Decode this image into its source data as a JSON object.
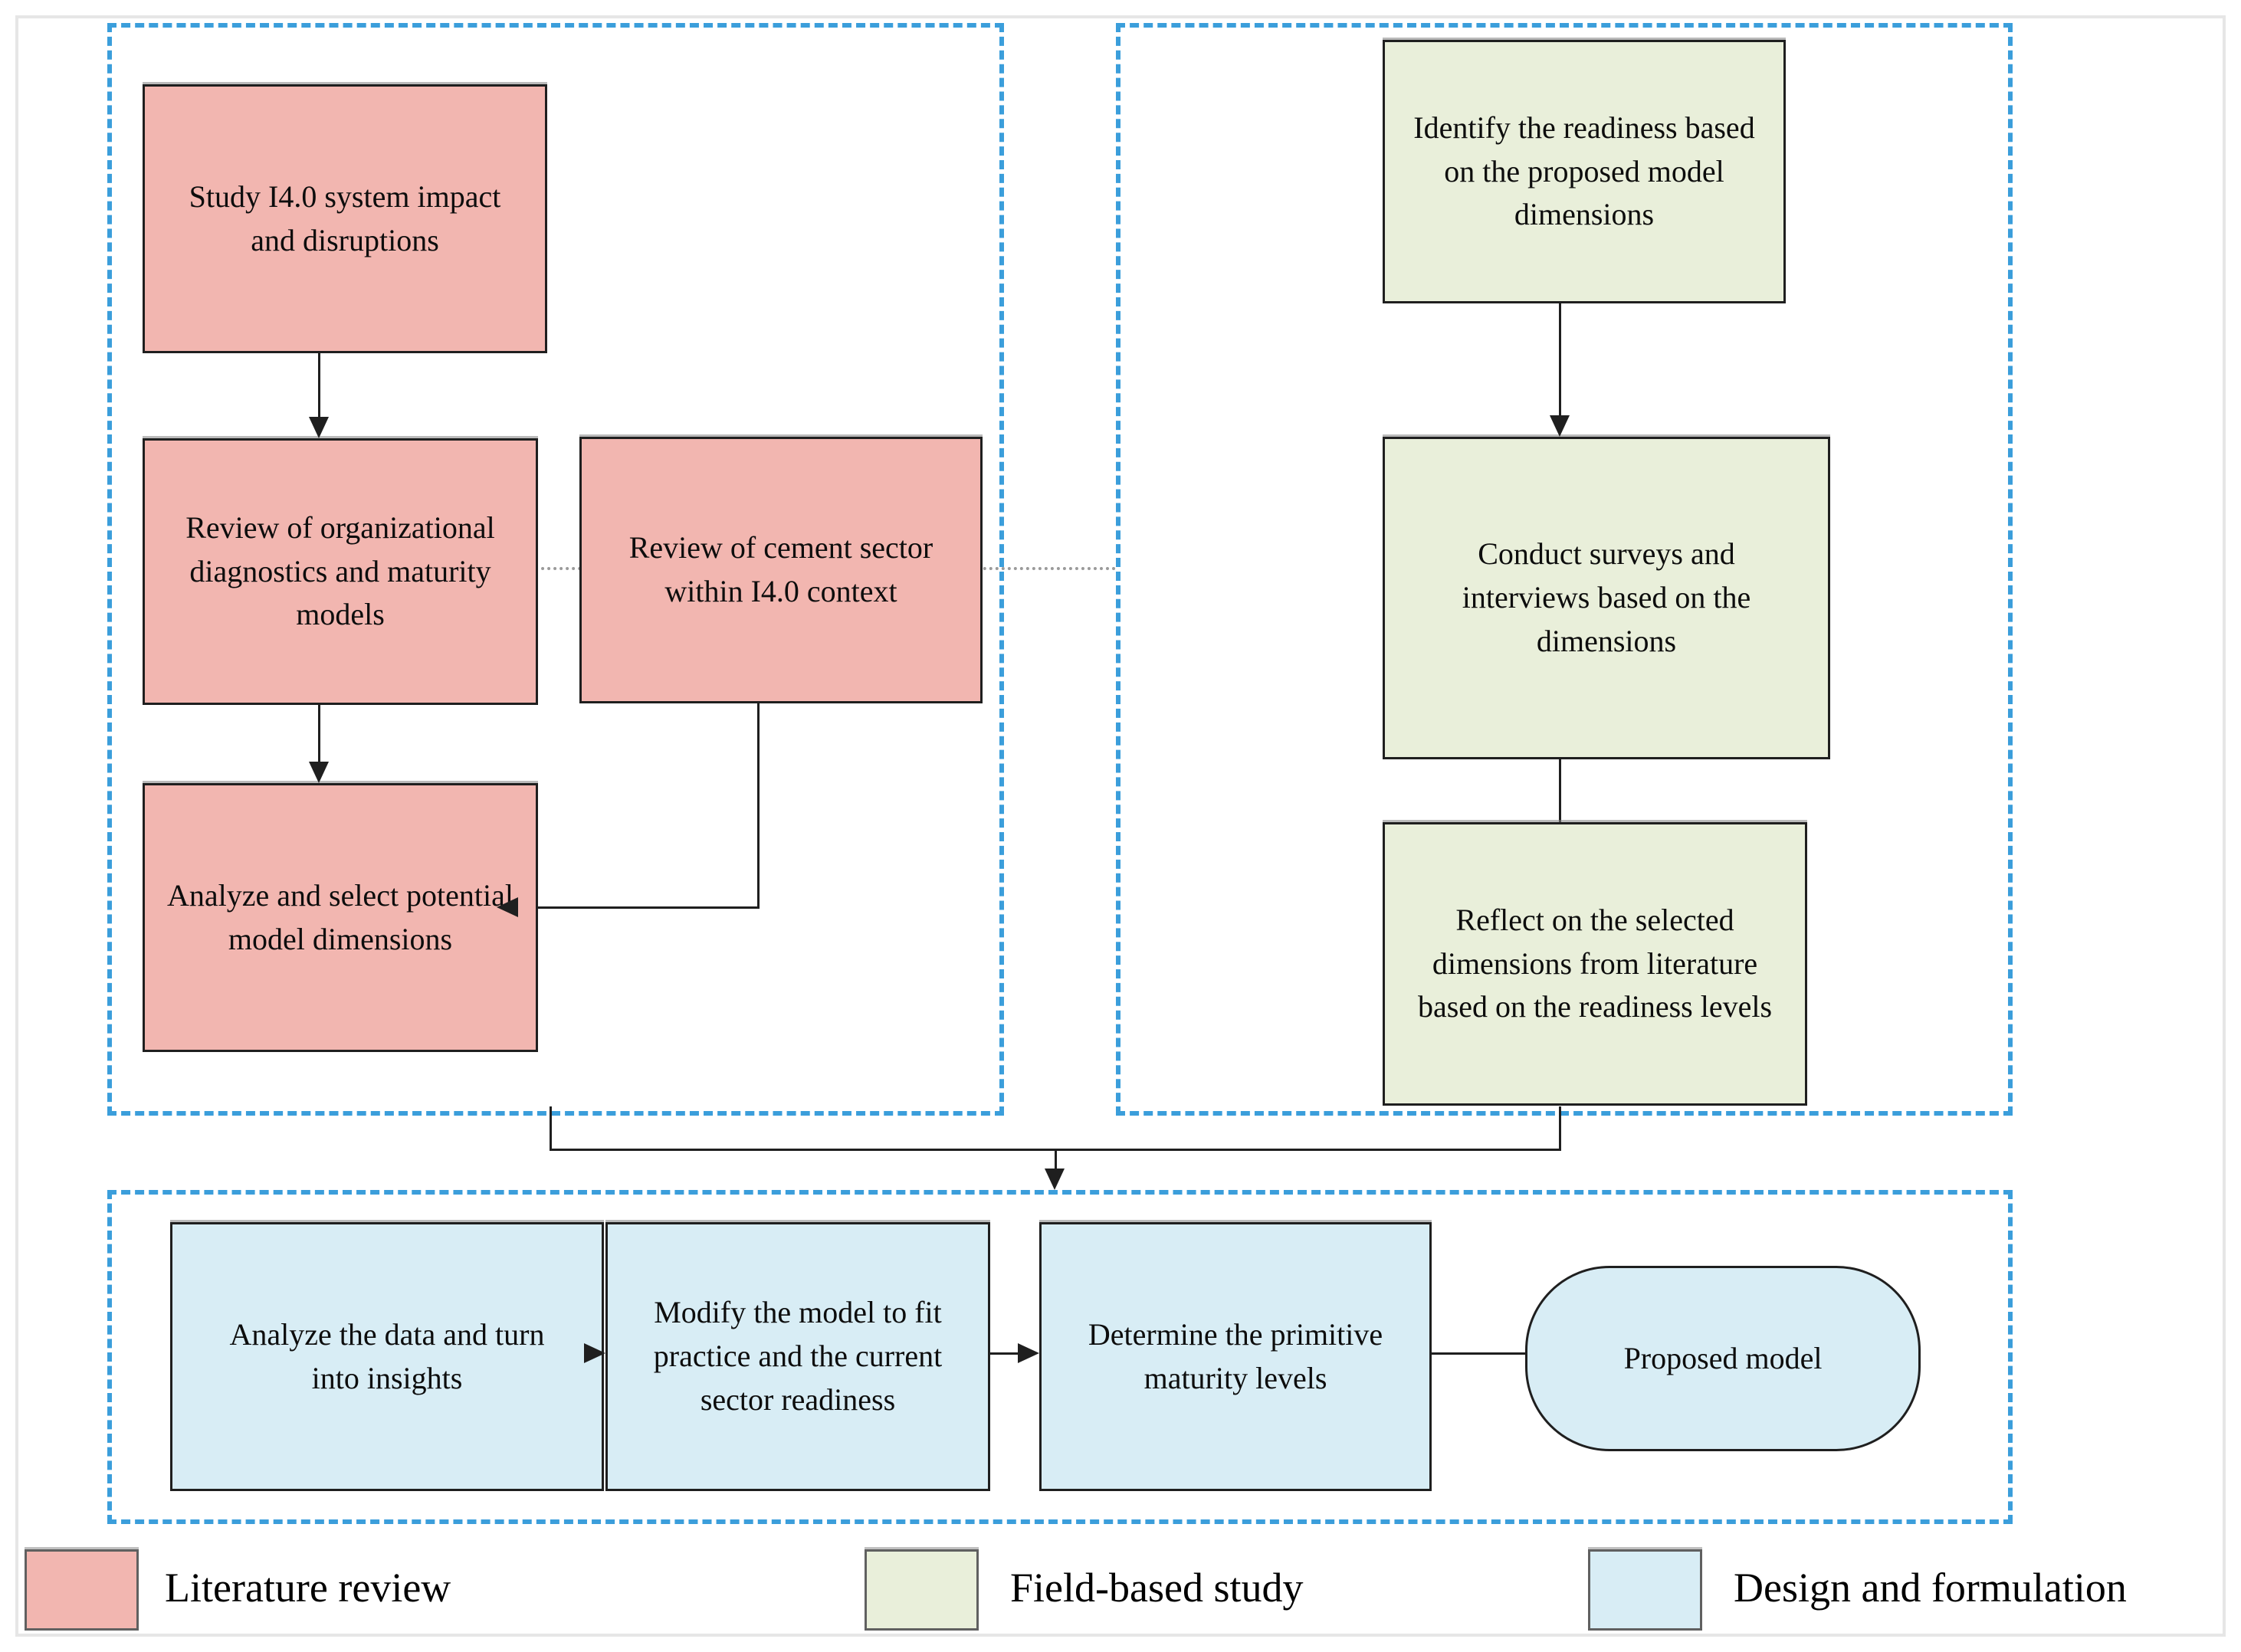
{
  "nodes": {
    "study": {
      "label": "Study I4.0 system impact and disruptions",
      "fill": "#f2b6b0"
    },
    "review_org": {
      "label": "Review of organizational diagnostics and maturity models",
      "fill": "#f2b6b0"
    },
    "review_cement": {
      "label": "Review of cement sector within I4.0 context",
      "fill": "#f2b6b0"
    },
    "analyze_select": {
      "label": "Analyze and select potential model dimensions",
      "fill": "#f2b6b0"
    },
    "identify_readiness": {
      "label": "Identify the readiness based on the proposed model dimensions",
      "fill": "#e9efda"
    },
    "conduct_surveys": {
      "label": "Conduct surveys and interviews based on the dimensions",
      "fill": "#e9efda"
    },
    "reflect_dimensions": {
      "label": "Reflect on the selected dimensions from literature based on the readiness levels",
      "fill": "#e9efda"
    },
    "analyze_data": {
      "label": "Analyze the data and turn into insights",
      "fill": "#d8edf5"
    },
    "modify_model": {
      "label": "Modify the model to fit practice and the current sector readiness",
      "fill": "#d8edf5"
    },
    "determine_levels": {
      "label": "Determine the primitive maturity levels",
      "fill": "#d8edf5"
    },
    "proposed_model": {
      "label": "Proposed model",
      "fill": "#d8edf5"
    }
  },
  "legend": {
    "items": [
      {
        "label": "Literature review",
        "color": "#f2b6b0"
      },
      {
        "label": "Field-based study",
        "color": "#e9efda"
      },
      {
        "label": "Design and formulation",
        "color": "#d8edf5"
      }
    ]
  },
  "colors": {
    "panel_dashed_border": "#3b9edb",
    "node_border": "#1f1f1f",
    "connector": "#1f1f1f",
    "dotted_link": "#9a9a9a",
    "frame": "#e6e6e6"
  }
}
